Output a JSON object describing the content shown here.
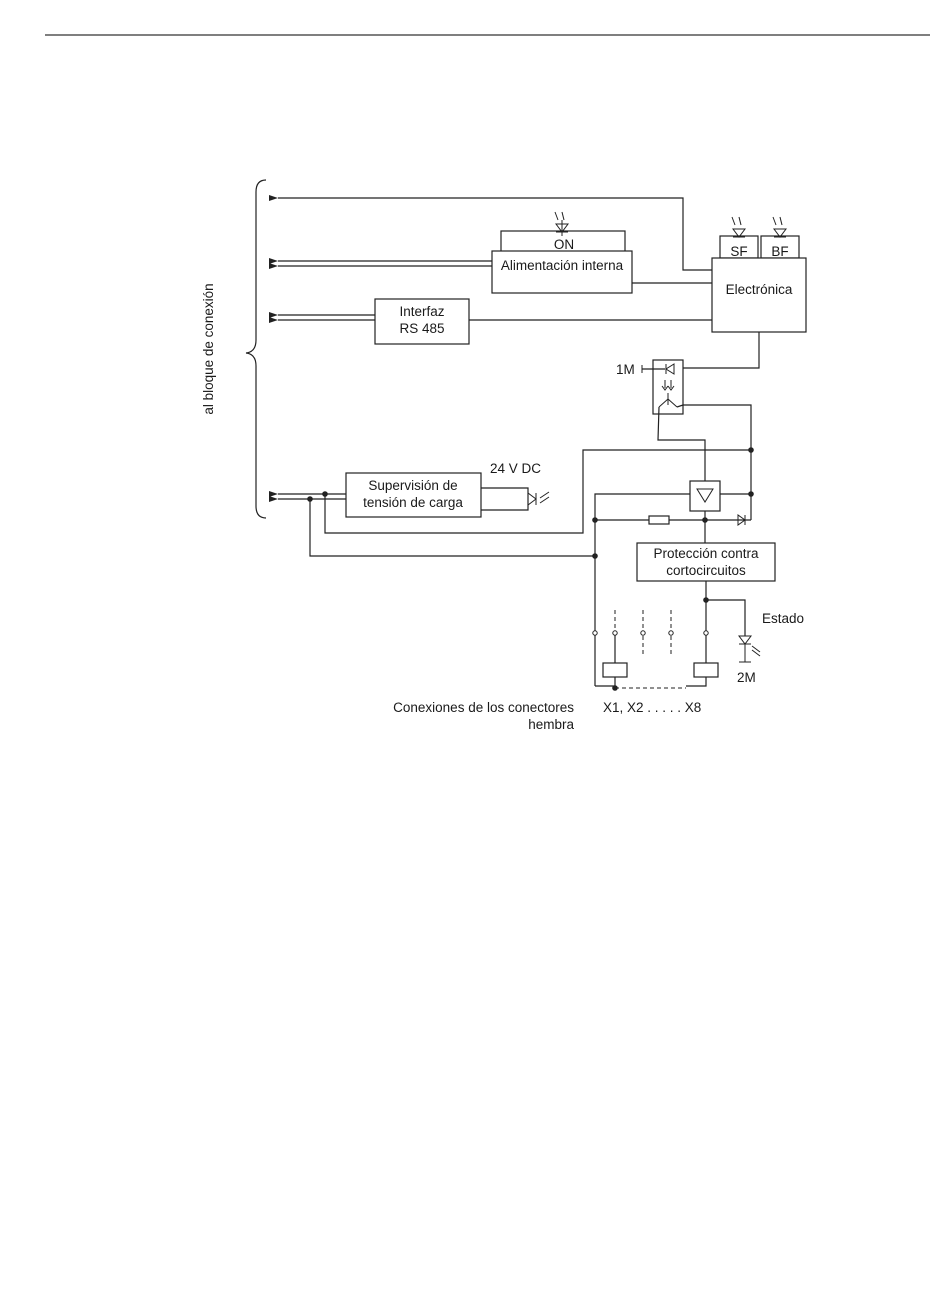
{
  "labels": {
    "side": "al bloque de conexión",
    "on": "ON",
    "alimentacion": "Alimentación interna",
    "sf": "SF",
    "bf": "BF",
    "electronica": "Electrónica",
    "interfaz_1": "Interfaz",
    "interfaz_2": "RS 485",
    "m1": "1M",
    "supervision_1": "Supervisión de",
    "supervision_2": "tensión de carga",
    "v24": "24 V DC",
    "proteccion_1": "Protección contra",
    "proteccion_2": "cortocircuitos",
    "estado": "Estado",
    "m2": "2M",
    "conexiones_1": "Conexiones de los conectores",
    "conexiones_2": "hembra",
    "x_range": "X1, X2 . . . . . X8"
  },
  "colors": {
    "line": "#222222",
    "background": "#ffffff"
  }
}
